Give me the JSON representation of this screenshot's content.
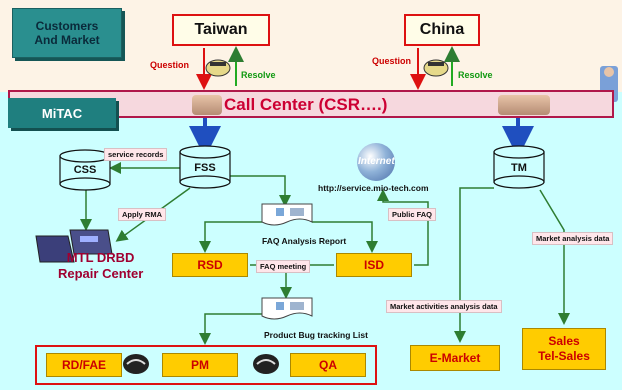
{
  "header": {
    "customers": "Customers\nAnd Market",
    "taiwan": "Taiwan",
    "china": "China"
  },
  "flow_tags": {
    "question_tw": "Question",
    "resolve_tw": "Resolve",
    "question_cn": "Question",
    "resolve_cn": "Resolve"
  },
  "callbar": {
    "org": "MiTAC",
    "title": "Call Center  (CSR….)"
  },
  "nodes": {
    "css": "CSS",
    "fss": "FSS",
    "tm": "TM",
    "rsd": "RSD",
    "isd": "ISD",
    "rdfae": "RD/FAE",
    "pm": "PM",
    "qa": "QA",
    "emarket": "E-Market",
    "sales_line1": "Sales",
    "sales_line2": "Tel-Sales",
    "repair_line1": "MTL DRBD",
    "repair_line2": "Repair Center"
  },
  "labels": {
    "service_records": "service records",
    "apply_rma": "Apply RMA",
    "faq_report": "FAQ Analysis Report",
    "faq_meeting": "FAQ meeting",
    "public_faq": "Public FAQ",
    "internet_url": "http://service.mio-tech.com",
    "internet_globe": "Internet",
    "bug_list": "Product Bug tracking List",
    "market_analysis": "Market analysis data",
    "market_activities": "Market activities analysis data"
  },
  "colors": {
    "accent_red": "#cc0000",
    "accent_green": "#119911",
    "arrow_blue": "#1f4fbf",
    "arrow_green": "#2e7d32",
    "highlight_yellow": "#ffcc00"
  }
}
